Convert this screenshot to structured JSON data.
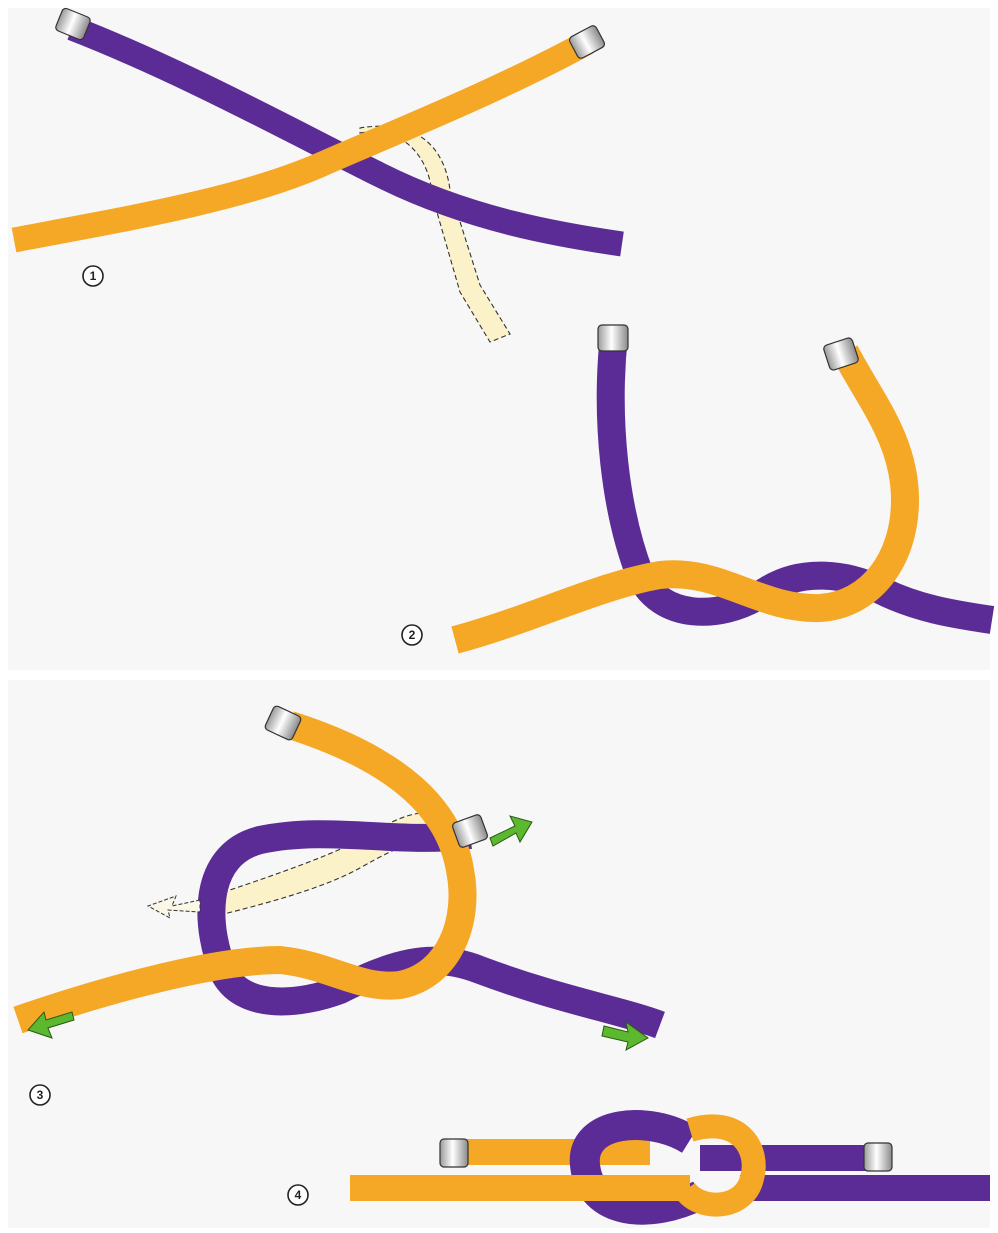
{
  "colors": {
    "rope_left": "#f5a825",
    "rope_right": "#5b2c96",
    "ghost_rope": "#fbf2c9",
    "arrow": "#5cb82e",
    "ghost_arrow": "#fbf8e8",
    "background": "#f7f7f7"
  },
  "steps": [
    {
      "label": "1"
    },
    {
      "label": "2"
    },
    {
      "label": "3"
    },
    {
      "label": "4"
    }
  ],
  "icons": {
    "step_marker": "circled-number",
    "pull_arrow": "green-arrow-icon",
    "ghost_arrow": "outline-arrow-icon"
  }
}
